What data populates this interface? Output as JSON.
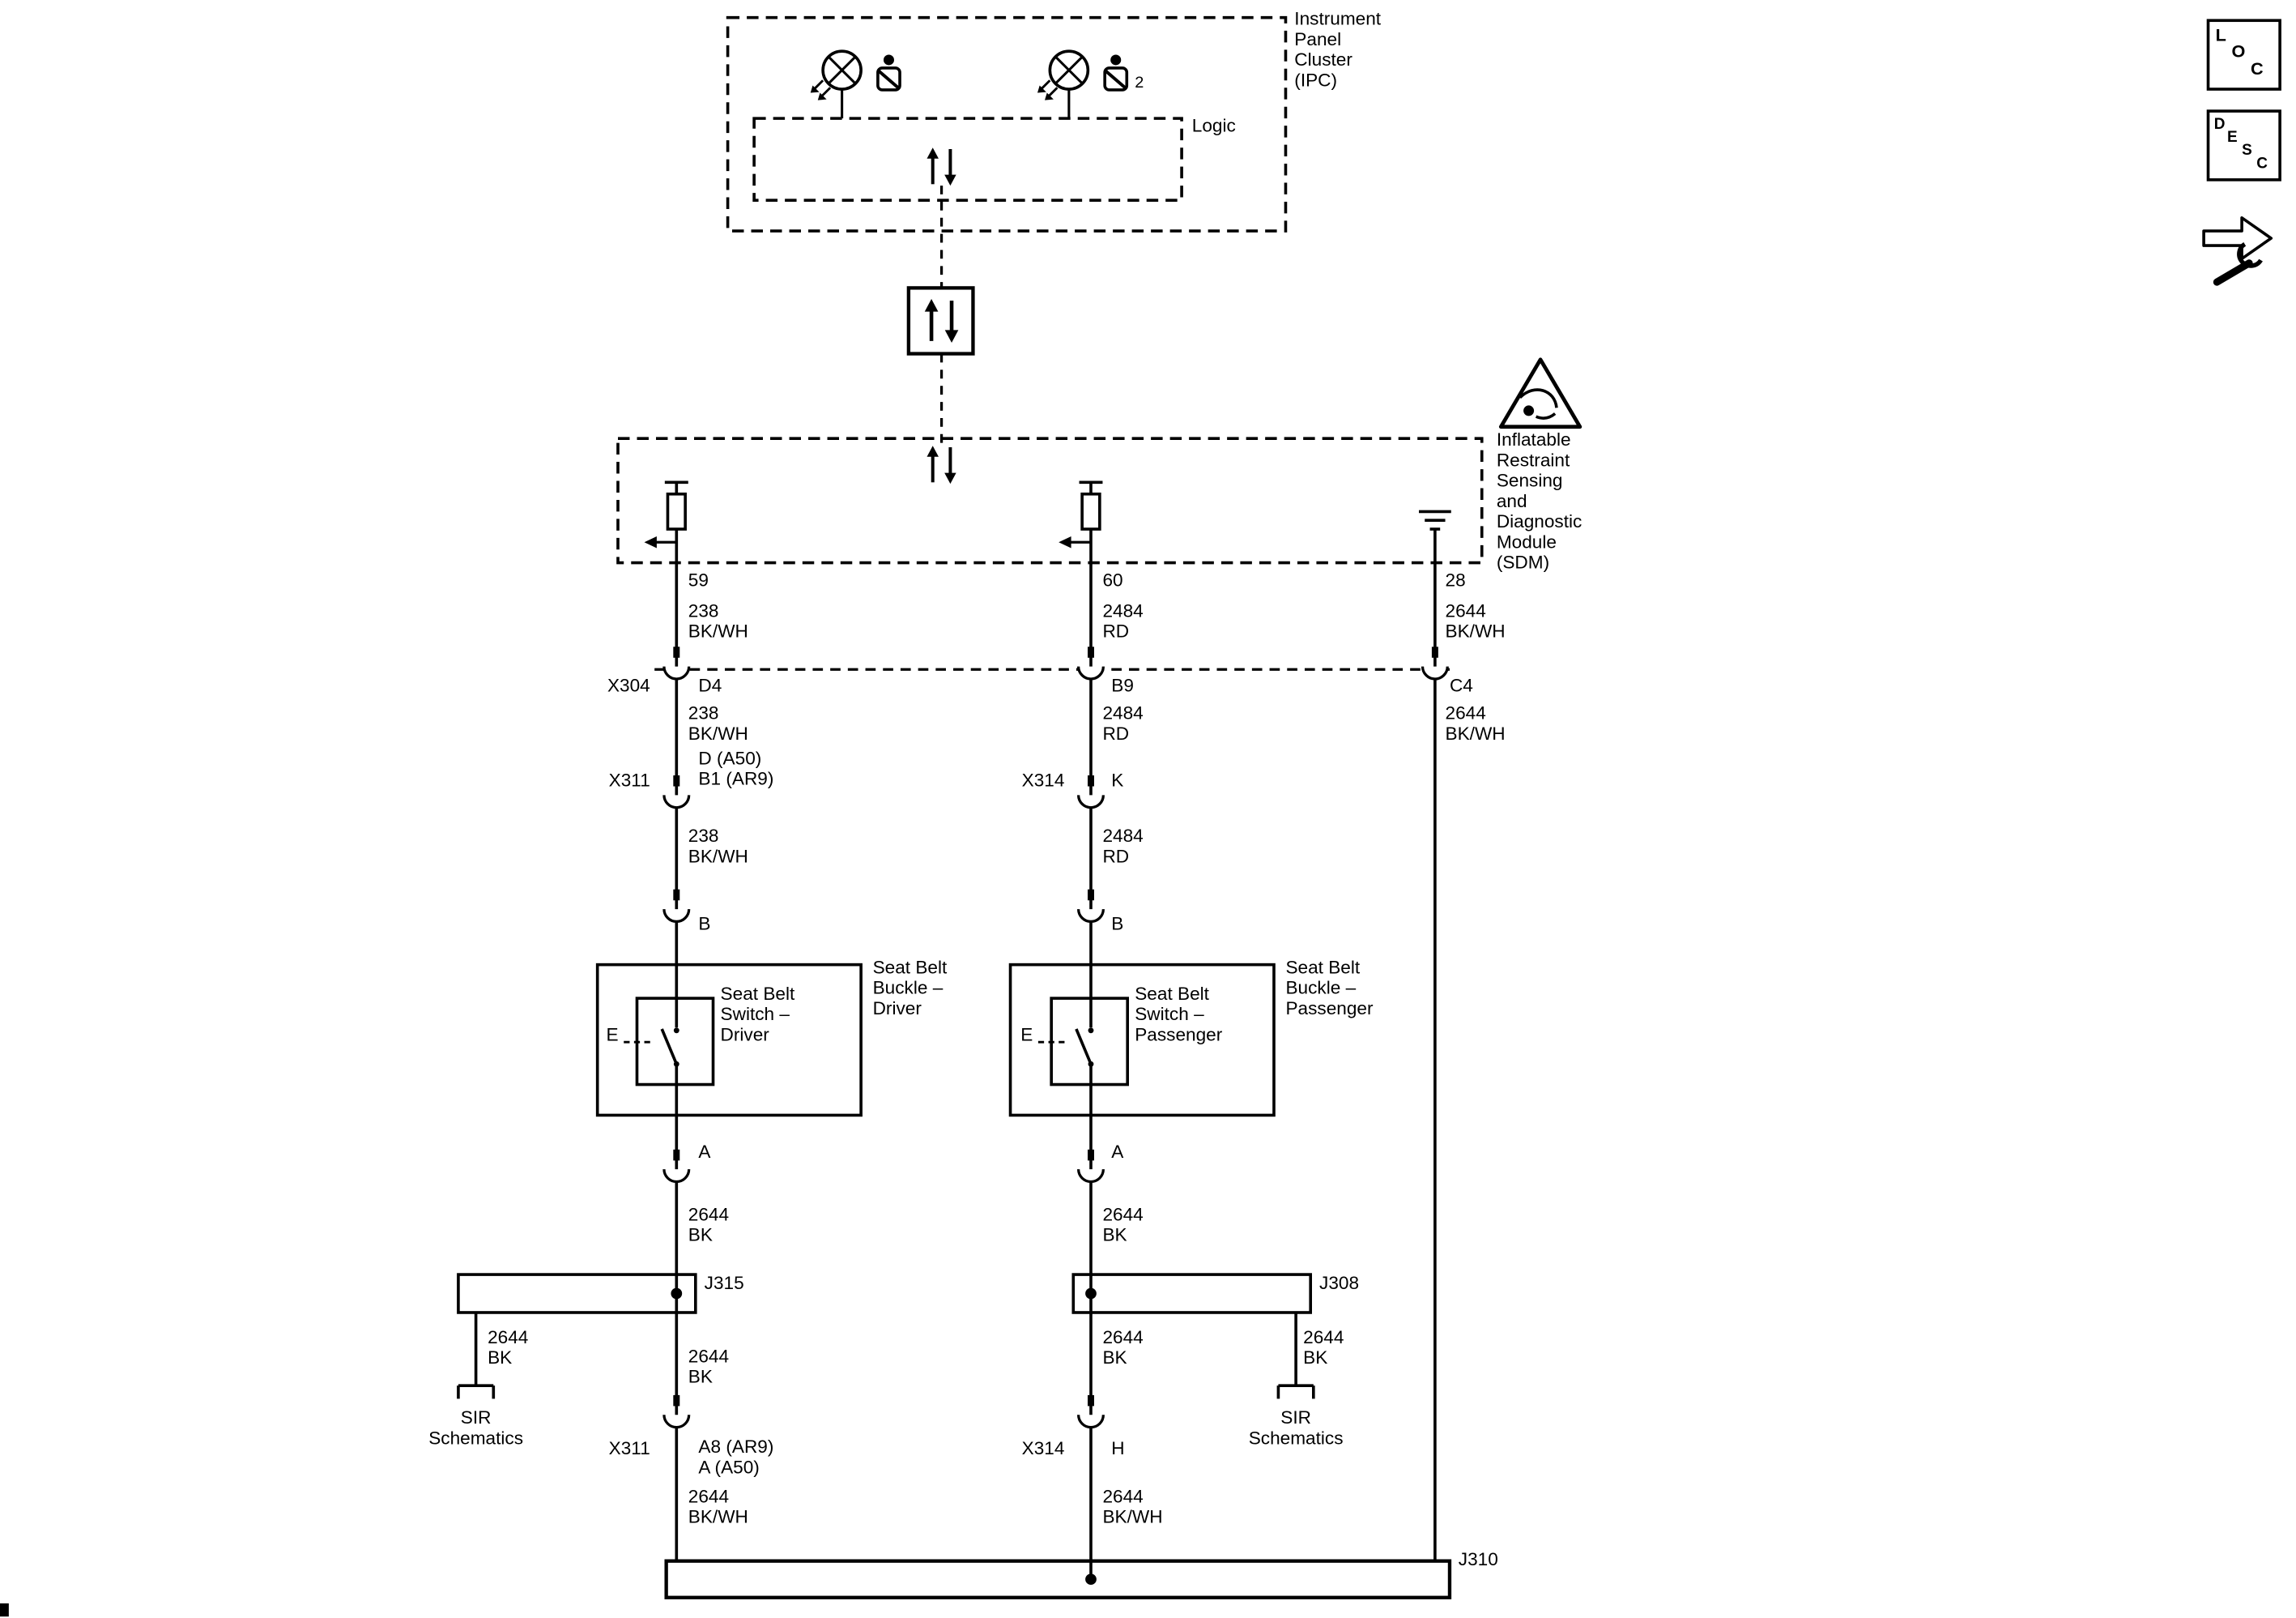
{
  "page": {
    "background": "#ffffff",
    "line_color": "#000000"
  },
  "ipc": {
    "title": "Instrument\nPanel\nCluster\n(IPC)",
    "logic_label": "Logic",
    "indicator_count_subscript": "2"
  },
  "sdm": {
    "title": "Inflatable\nRestraint\nSensing\nand\nDiagnostic\nModule\n(SDM)",
    "pins": {
      "driver": "59",
      "passenger": "60",
      "ground": "28"
    }
  },
  "wire_labels": {
    "circuit_238": "238\nBK/WH",
    "circuit_2484": "2484\nRD",
    "circuit_2644_bkwh": "2644\nBK/WH",
    "circuit_2644_bk": "2644\nBK"
  },
  "connectors": {
    "x304": {
      "name": "X304",
      "driver_pin": "D4",
      "passenger_pin": "B9",
      "ground_pin": "C4"
    },
    "x311_upper": {
      "name": "X311",
      "pin": "D (A50)\nB1 (AR9)"
    },
    "x314_upper": {
      "name": "X314",
      "pin": "K"
    },
    "x311_lower": {
      "name": "X311",
      "pin": "A8 (AR9)\nA (A50)"
    },
    "x314_lower": {
      "name": "X314",
      "pin": "H"
    },
    "buckle_pin_b": "B",
    "buckle_pin_a": "A"
  },
  "components": {
    "buckle_driver": {
      "label": "Seat Belt\nBuckle –\nDriver",
      "switch_label": "Seat Belt\nSwitch –\nDriver",
      "actuator": "E"
    },
    "buckle_passenger": {
      "label": "Seat Belt\nBuckle –\nPassenger",
      "switch_label": "Seat Belt\nSwitch –\nPassenger",
      "actuator": "E"
    }
  },
  "splices": {
    "j315": "J315",
    "j308": "J308",
    "j310": "J310"
  },
  "references": {
    "sir": "SIR\nSchematics"
  },
  "corner_icons": {
    "loc": [
      "L",
      "O",
      "C"
    ],
    "desc": [
      "D",
      "E",
      "S",
      "C"
    ]
  }
}
